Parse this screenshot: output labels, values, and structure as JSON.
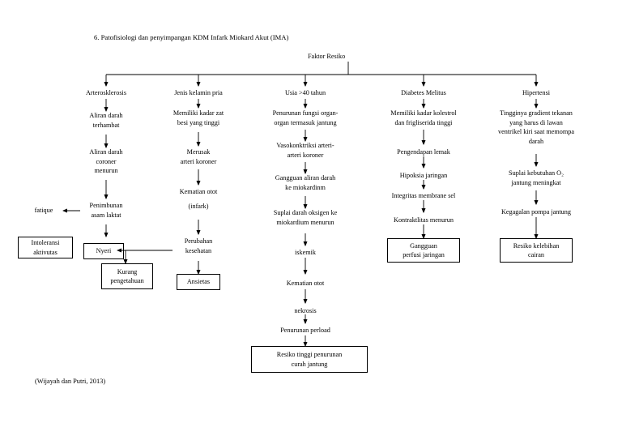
{
  "title": "6. Patofisiologi dan penyimpangan KDM Infark Miokard Akut (IMA)",
  "credit": "(Wijayah dan Putri, 2013)",
  "root": "Faktor Resiko",
  "columns": [
    {
      "header": "Arterosklerosis",
      "steps": [
        "Aliran darah\nterhambat",
        "Aliran darah\ncoroner\nmenurun",
        "Penimbunan\nasam laktat"
      ],
      "side": "fatique",
      "outcomes": [
        "Intoleransi\naktivutas"
      ]
    },
    {
      "header": "Jenis kelamin pria",
      "steps": [
        "Memiliki kadar zat\nbesi yang tinggi",
        "Merusak\narteri koroner",
        "Kematian otot",
        "(infark)",
        "Perubahan\nkesehatan"
      ],
      "outcomes": [
        "Nyeri",
        "Kurang\npengetahuan",
        "Ansietas"
      ]
    },
    {
      "header": "Usia >40 tahun",
      "steps": [
        "Penurunan fungsi organ-\norgan termasuk jantung",
        "Vasokonktriksi arteri-\narteri koroner",
        "Gangguan aliran darah\nke miokardinm",
        "Suplai darah oksigen ke\nmiokardium menurun",
        "iskemik",
        "Kematian otot",
        "nekrosis",
        "Penurunan perload"
      ],
      "outcomes": [
        "Resiko tinggi penurunan\ncurah jantung"
      ]
    },
    {
      "header": "Diabetes Melitus",
      "steps": [
        "Memiliki kadar kolestrol\ndan frigliserida tinggi",
        "Pengendapan lemak",
        "Hipoksia jaringan",
        "Integritas membrane sel",
        "Kontraktlitas menurun"
      ],
      "outcomes": [
        "Gangguan\nperfusi jaringan"
      ]
    },
    {
      "header": "Hipertensi",
      "steps": [
        "Tingginya gradient tekanan\nyang harus di lawan\nventrikel kiri saat memompa\ndarah",
        "Suplai kebutuhan O₂\njantung meningkat",
        "Kegagalan pompa jantung"
      ],
      "outcomes": [
        "Resiko kelebihan\ncairan"
      ]
    }
  ]
}
